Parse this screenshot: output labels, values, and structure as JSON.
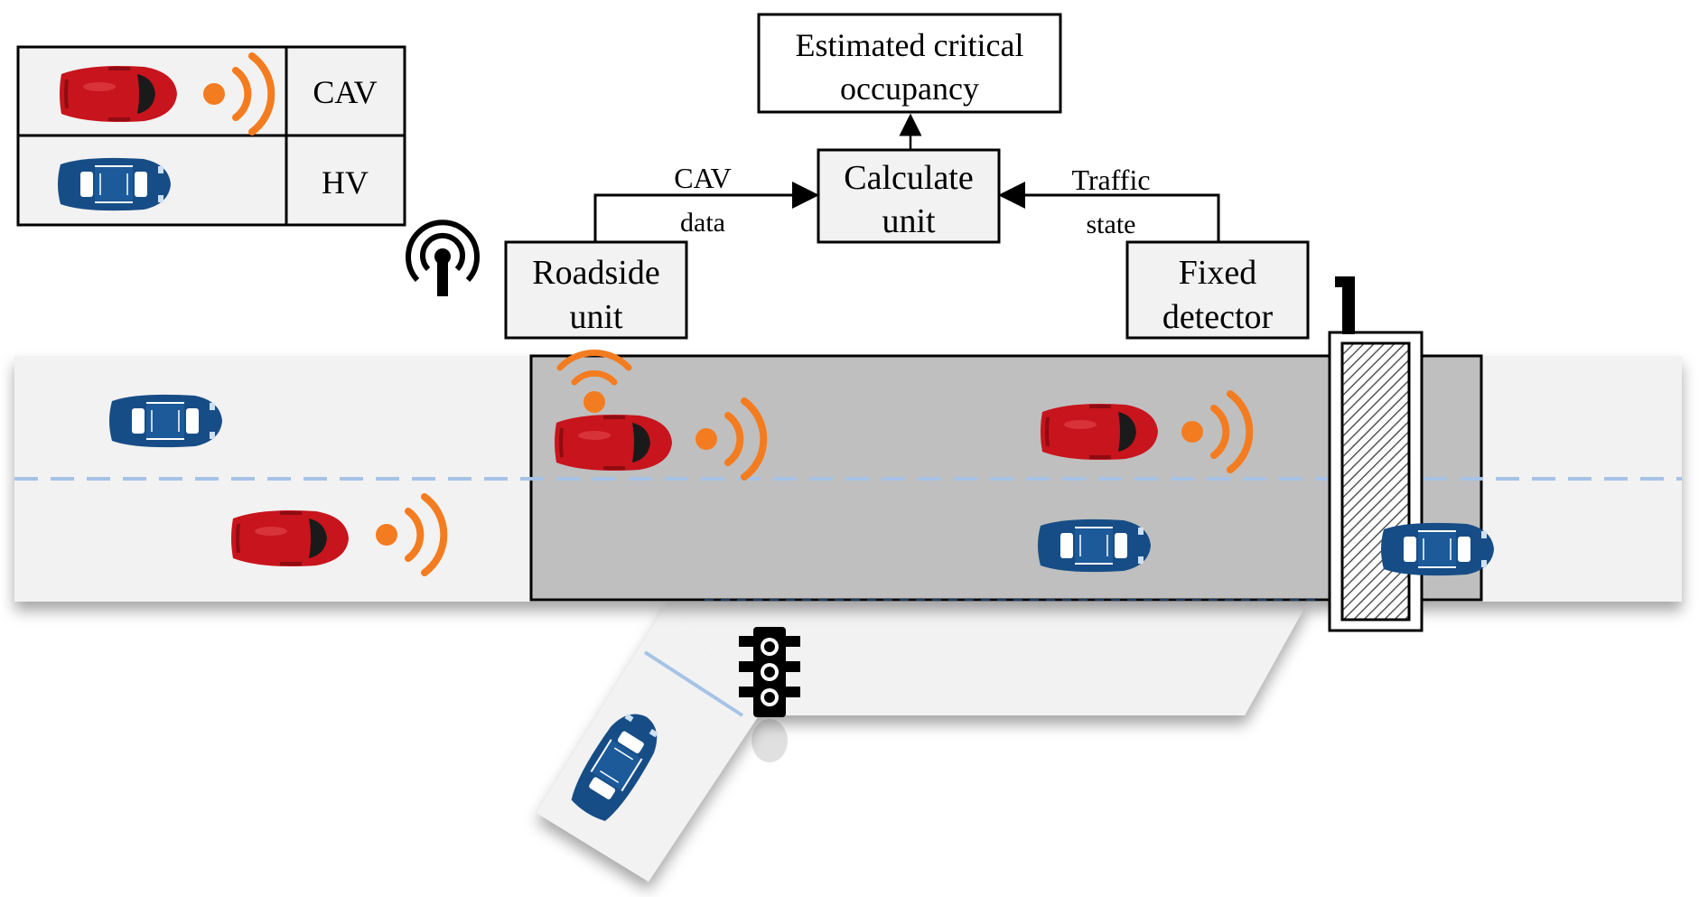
{
  "legend": {
    "cav_label": "CAV",
    "hv_label": "HV"
  },
  "boxes": {
    "estimated": {
      "line1": "Estimated critical",
      "line2": "occupancy"
    },
    "calculate": {
      "line1": "Calculate",
      "line2": "unit"
    },
    "roadside": {
      "line1": "Roadside",
      "line2": "unit"
    },
    "fixed": {
      "line1": "Fixed",
      "line2": "detector"
    }
  },
  "arrows": {
    "cav_data": {
      "line1": "CAV",
      "line2": "data"
    },
    "traffic_state": {
      "line1": "Traffic",
      "line2": "state"
    }
  },
  "colors": {
    "cav": "#c8141c",
    "hv": "#174d86",
    "signal": "#f47c20",
    "road": "#f2f2f2",
    "segment": "#bfbfbf",
    "lane_line": "#a6c3e6"
  },
  "icons": [
    "cav-car-icon",
    "hv-car-icon",
    "wireless-signal-icon",
    "antenna-icon",
    "traffic-light-icon",
    "detector-hatch-icon"
  ]
}
